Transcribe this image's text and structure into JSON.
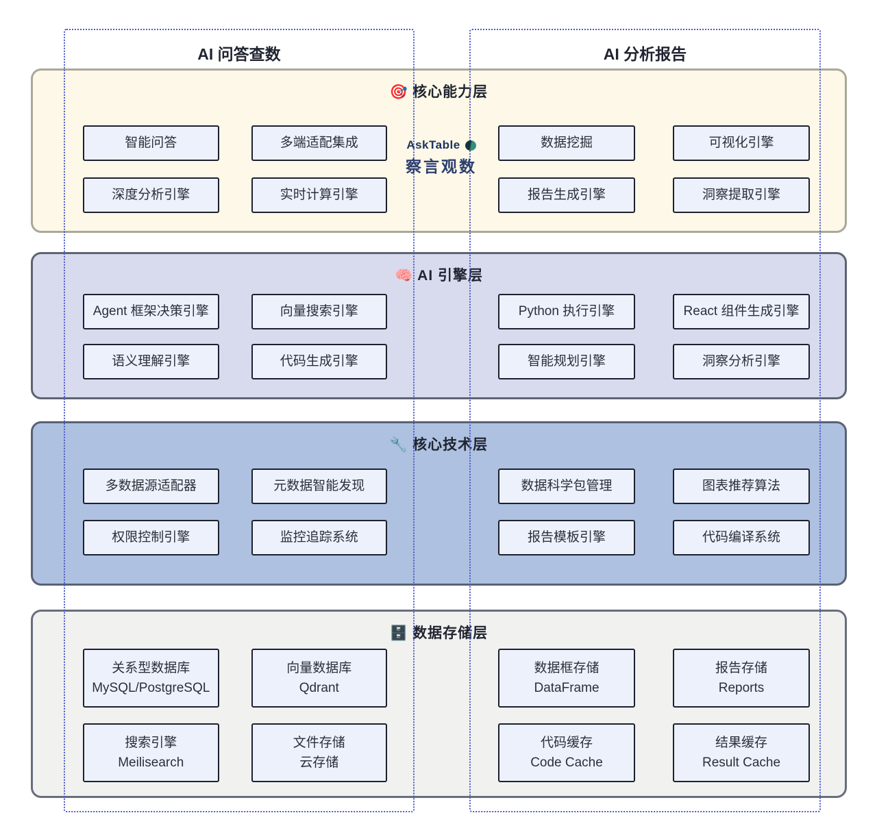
{
  "columns": [
    {
      "label": "AI 问答查数"
    },
    {
      "label": "AI 分析报告"
    }
  ],
  "logo": {
    "name": "AskTable",
    "subtitle": "察言观数",
    "mark_icon": "database-pie-mark",
    "mark_colors": [
      "#16323c",
      "#2e8f7f"
    ]
  },
  "colors": {
    "flow_border": "#4a58c8",
    "box_fill": "#edf1fb",
    "box_border": "#1c2030"
  },
  "layers": [
    {
      "icon": "🎯",
      "icon_name": "dart-target-icon",
      "title": "核心能力层",
      "bg": "#fdf8e7",
      "border": "#a9a89b",
      "left": [
        [
          "智能问答"
        ],
        [
          "多端适配集成"
        ],
        [
          "深度分析引擎"
        ],
        [
          "实时计算引擎"
        ]
      ],
      "right": [
        [
          "数据挖掘"
        ],
        [
          "可视化引擎"
        ],
        [
          "报告生成引擎"
        ],
        [
          "洞察提取引擎"
        ]
      ]
    },
    {
      "icon": "🧠",
      "icon_name": "brain-icon",
      "title": "AI 引擎层",
      "bg": "#d8dbee",
      "border": "#5d6370",
      "left": [
        [
          "Agent 框架决策引擎"
        ],
        [
          "向量搜索引擎"
        ],
        [
          "语义理解引擎"
        ],
        [
          "代码生成引擎"
        ]
      ],
      "right": [
        [
          "Python 执行引擎"
        ],
        [
          "React 组件生成引擎"
        ],
        [
          "智能规划引擎"
        ],
        [
          "洞察分析引擎"
        ]
      ]
    },
    {
      "icon": "🔧",
      "icon_name": "wrench-icon",
      "title": "核心技术层",
      "bg": "#aec1e0",
      "border": "#596174",
      "left": [
        [
          "多数据源适配器"
        ],
        [
          "元数据智能发现"
        ],
        [
          "权限控制引擎"
        ],
        [
          "监控追踪系统"
        ]
      ],
      "right": [
        [
          "数据科学包管理"
        ],
        [
          "图表推荐算法"
        ],
        [
          "报告模板引擎"
        ],
        [
          "代码编译系统"
        ]
      ]
    },
    {
      "icon": "🗄️",
      "icon_name": "file-cabinet-icon",
      "title": "数据存储层",
      "bg": "#f1f1ef",
      "border": "#676e7b",
      "left": [
        [
          "关系型数据库",
          "MySQL/PostgreSQL"
        ],
        [
          "向量数据库",
          "Qdrant"
        ],
        [
          "搜索引擎",
          "Meilisearch"
        ],
        [
          "文件存储",
          "云存储"
        ]
      ],
      "right": [
        [
          "数据框存储",
          "DataFrame"
        ],
        [
          "报告存储",
          "Reports"
        ],
        [
          "代码缓存",
          "Code Cache"
        ],
        [
          "结果缓存",
          "Result Cache"
        ]
      ]
    }
  ]
}
